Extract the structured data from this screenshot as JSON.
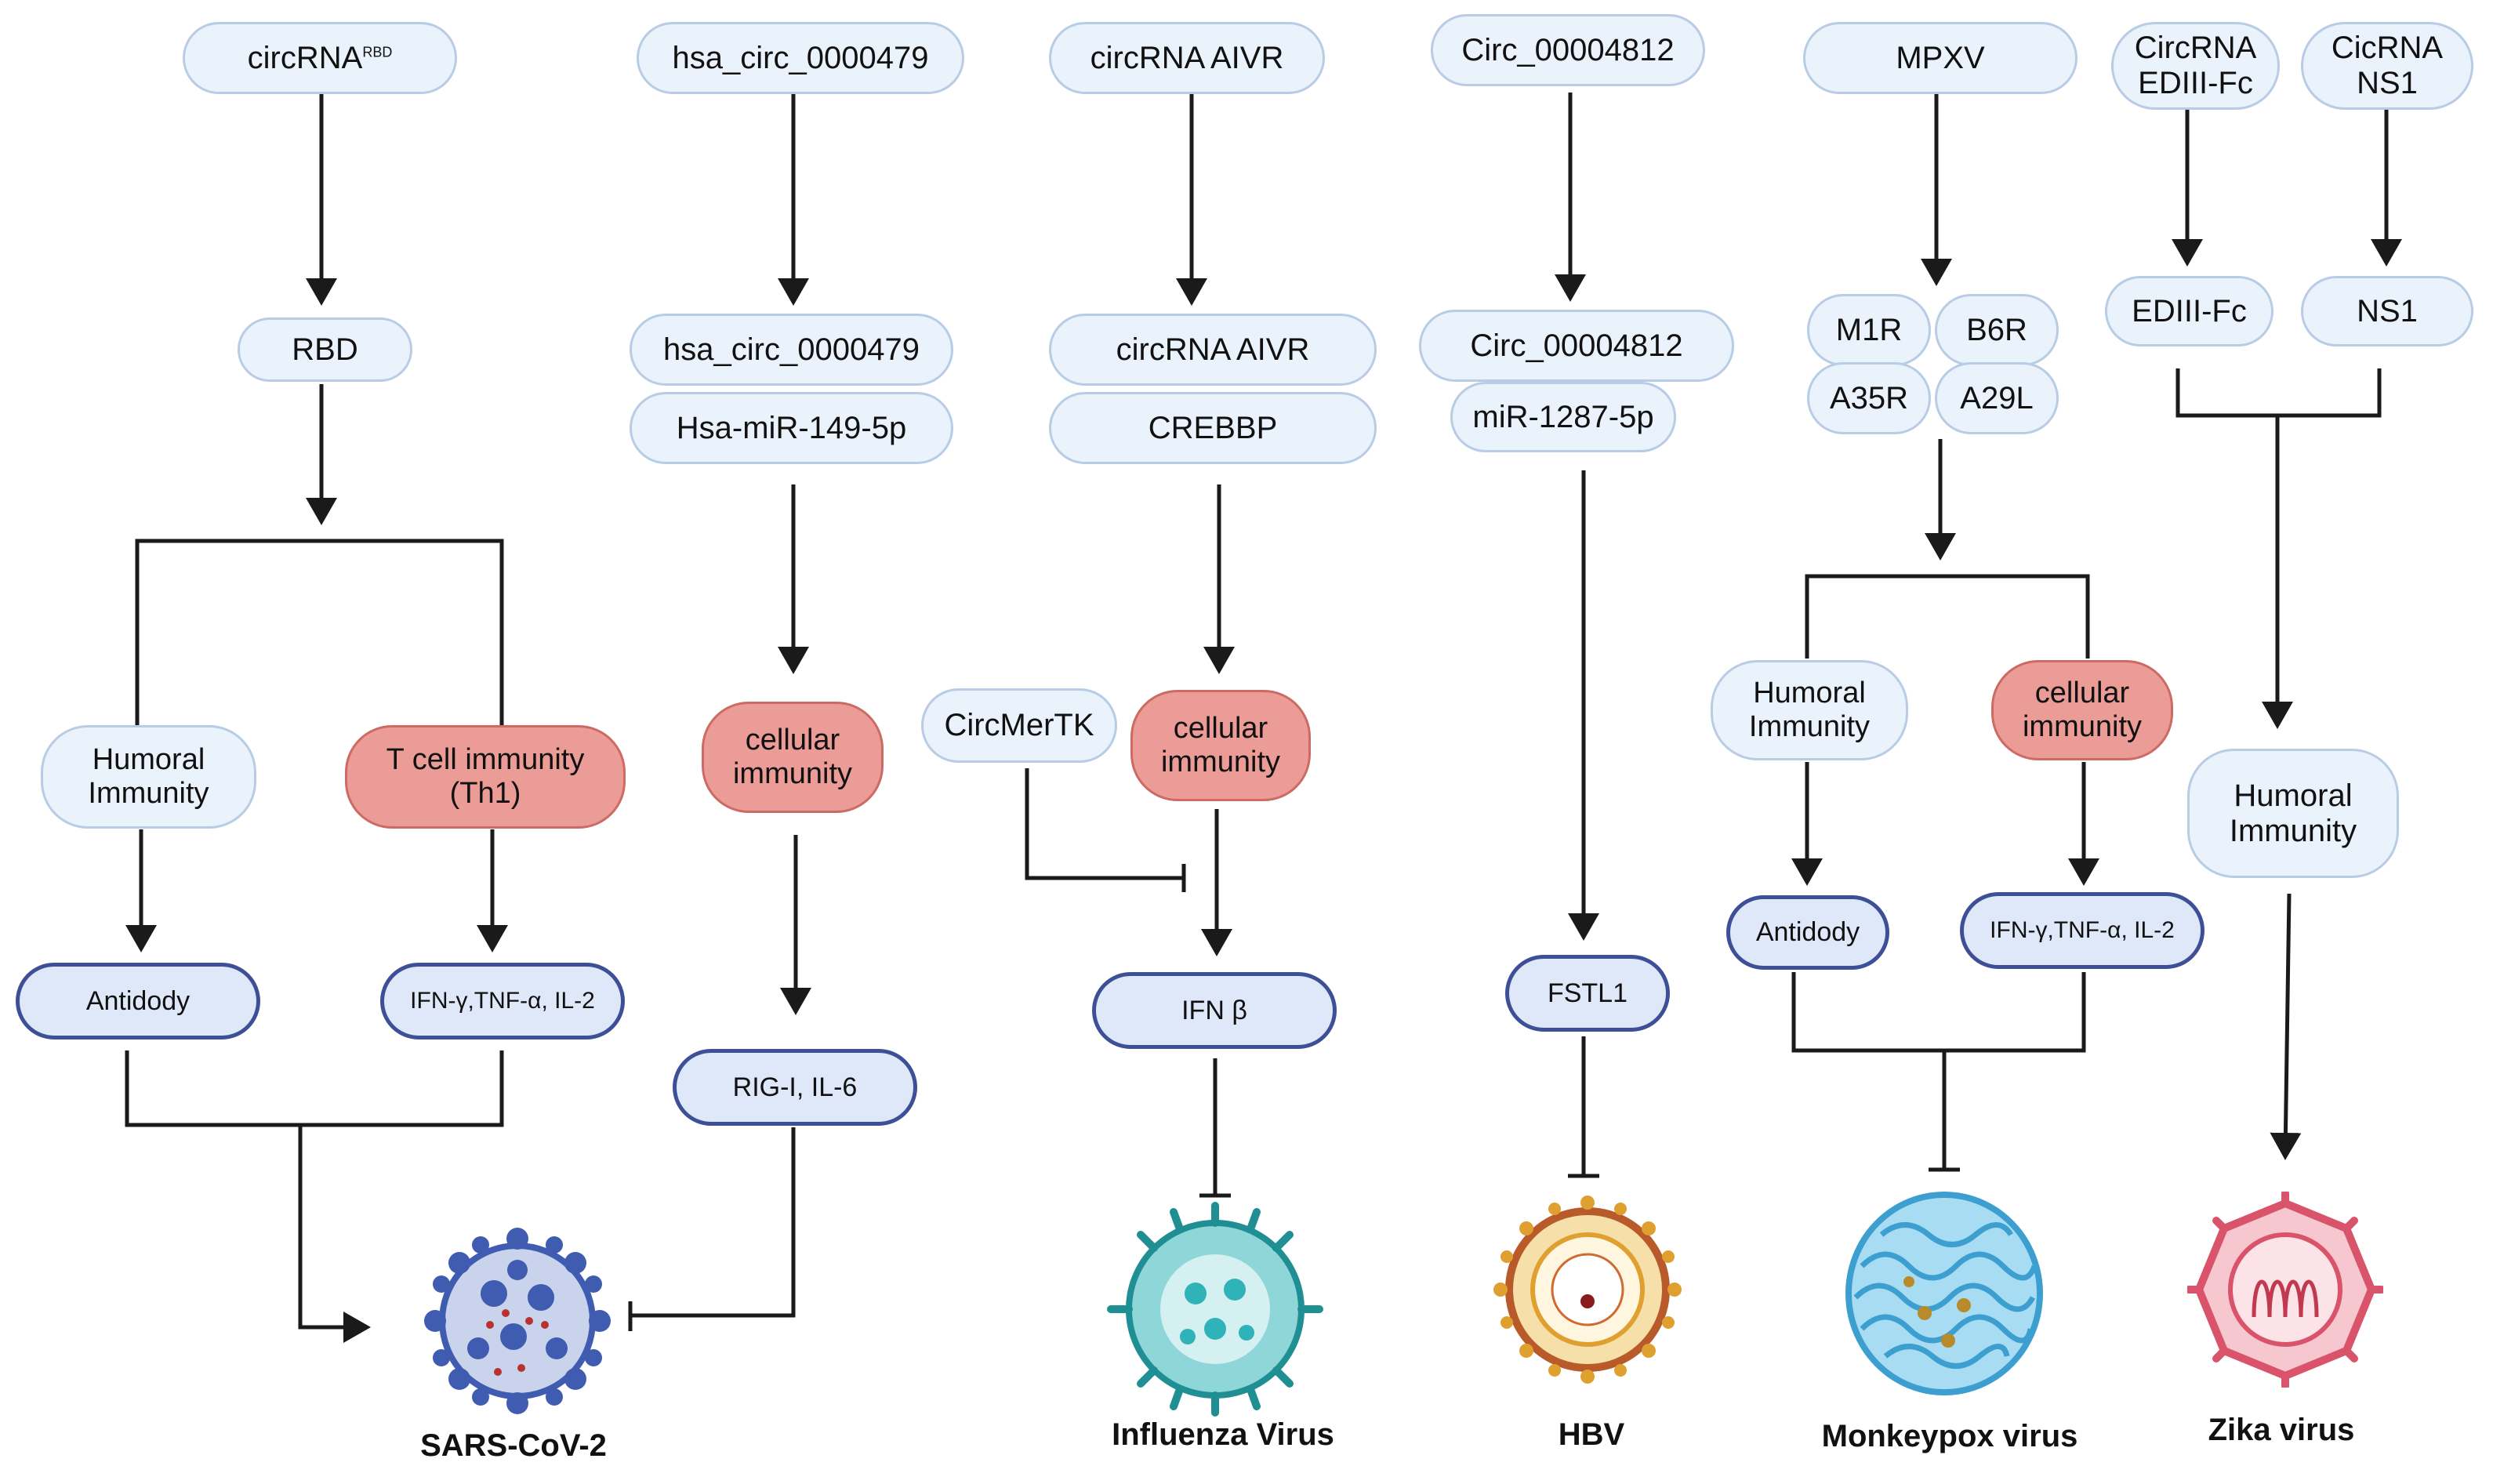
{
  "panels": {
    "sars": {
      "source_main": "circRNA",
      "source_sup": "RBD",
      "antigen": "RBD",
      "humoral": [
        "Humoral",
        "Immunity"
      ],
      "tcell": [
        "T cell immunity",
        "(Th1)"
      ],
      "antibody": "Antidody",
      "cytokines": "IFN-γ,TNF-α,  IL-2",
      "virus": "SARS-CoV-2"
    },
    "hsa": {
      "source": "hsa_circ_0000479",
      "pair_top": "hsa_circ_0000479",
      "pair_bottom": "Hsa-miR-149-5p",
      "cellular": [
        "cellular",
        "immunity"
      ],
      "output": "RIG-I, IL-6"
    },
    "influenza": {
      "source": "circRNA AIVR",
      "pair_top": "circRNA AIVR",
      "pair_bottom": "CREBBP",
      "inhibitor": "CircMerTK",
      "cellular": [
        "cellular",
        "immunity"
      ],
      "output": "IFN β",
      "virus": "Influenza Virus"
    },
    "hbv": {
      "source": "Circ_00004812",
      "pair_top": "Circ_00004812",
      "pair_bottom": "miR-1287-5p",
      "output": "FSTL1",
      "virus": "HBV"
    },
    "mpxv": {
      "source": "MPXV",
      "antigens": [
        "M1R",
        "B6R",
        "A35R",
        "A29L"
      ],
      "humoral": [
        "Humoral",
        "Immunity"
      ],
      "cellular": [
        "cellular",
        "immunity"
      ],
      "antibody": "Antidody",
      "cytokines": "IFN-γ,TNF-α,  IL-2",
      "virus": "Monkeypox virus"
    },
    "zika": {
      "source_a": [
        "CircRNA",
        "EDIII-Fc"
      ],
      "source_b": [
        "CicRNA",
        "NS1"
      ],
      "antigen_a": "EDIII-Fc",
      "antigen_b": "NS1",
      "humoral": [
        "Humoral",
        "Immunity"
      ],
      "virus": "Zika virus"
    }
  },
  "colors": {
    "light_fill": "#eaf2fc",
    "light_border": "#b8cce6",
    "red_fill": "#ec9c96",
    "red_border": "#cc6a64",
    "dark_border": "#3d4f96",
    "line": "#1a1a1a",
    "sars_virus": "#3f5cb0",
    "influenza_virus": "#2fb3b8",
    "hbv_virus": "#e0a030",
    "monkeypox_virus": "#5ab4e0",
    "zika_virus": "#d9536a"
  }
}
